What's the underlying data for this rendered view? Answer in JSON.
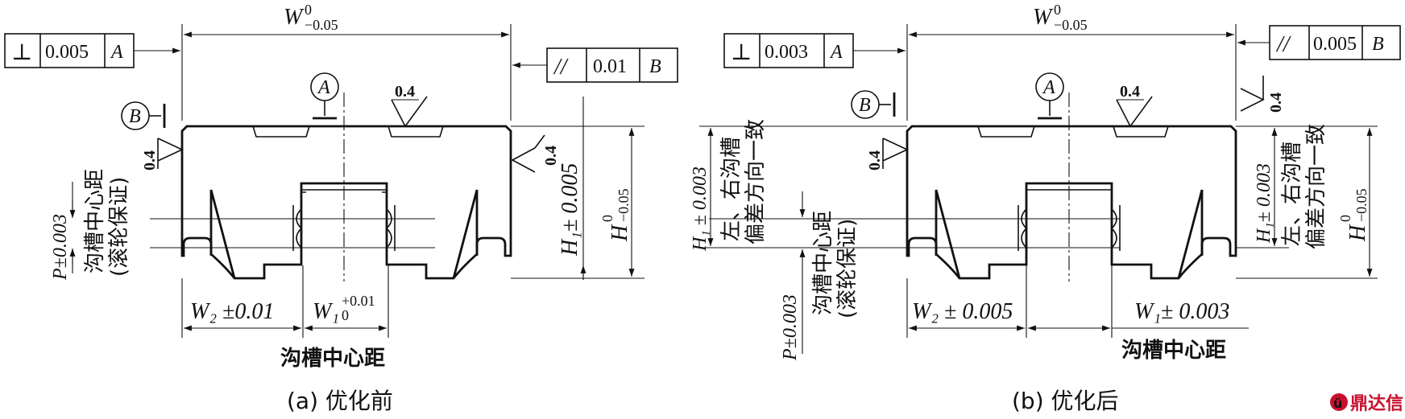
{
  "panel_a": {
    "caption": "(a) 优化前",
    "width_dim": {
      "symbol": "W",
      "upper": "0",
      "lower": "−0.05"
    },
    "perp_frame": {
      "symbol": "⊥",
      "tolerance": "0.005",
      "datum": "A"
    },
    "parallel_frame": {
      "symbol": "//",
      "tolerance": "0.01",
      "datum": "B"
    },
    "datum_a": "A",
    "datum_b": "B",
    "roughness": [
      "0.4",
      "0.4",
      "0.4"
    ],
    "h1_dim": "H₁± 0.005",
    "h_dim": {
      "symbol": "H",
      "upper": "0",
      "lower": "−0.05"
    },
    "p_dim": "P±0.003",
    "groove_note": [
      "沟槽中心距",
      "(滚轮保证)"
    ],
    "w2_dim": "W₂ ±0.01",
    "w1_dim": {
      "symbol": "W₁",
      "upper": "+0.01",
      "lower": "0"
    },
    "center_label": "沟槽中心距"
  },
  "panel_b": {
    "caption": "(b) 优化后",
    "width_dim": {
      "symbol": "W",
      "upper": "0",
      "lower": "−0.05"
    },
    "perp_frame": {
      "symbol": "⊥",
      "tolerance": "0.003",
      "datum": "A"
    },
    "parallel_frame": {
      "symbol": "//",
      "tolerance": "0.005",
      "datum": "B"
    },
    "datum_a": "A",
    "datum_b": "B",
    "roughness": [
      "0.4",
      "0.4",
      "0.4"
    ],
    "h1_left": "H₁ ± 0.003",
    "h1_right": "H₁± 0.003",
    "h_dim": {
      "symbol": "H",
      "upper": "0",
      "lower": "−0.05"
    },
    "p_dim": "P±0.003",
    "deviation_note": [
      "左、右沟槽",
      "偏差方向一致"
    ],
    "groove_note": [
      "沟槽中心距",
      "(滚轮保证)"
    ],
    "w2_dim": "W₂ ± 0.005",
    "w1_dim": "W₁± 0.003",
    "center_label": "沟槽中心距"
  },
  "watermark": "鼎达信"
}
